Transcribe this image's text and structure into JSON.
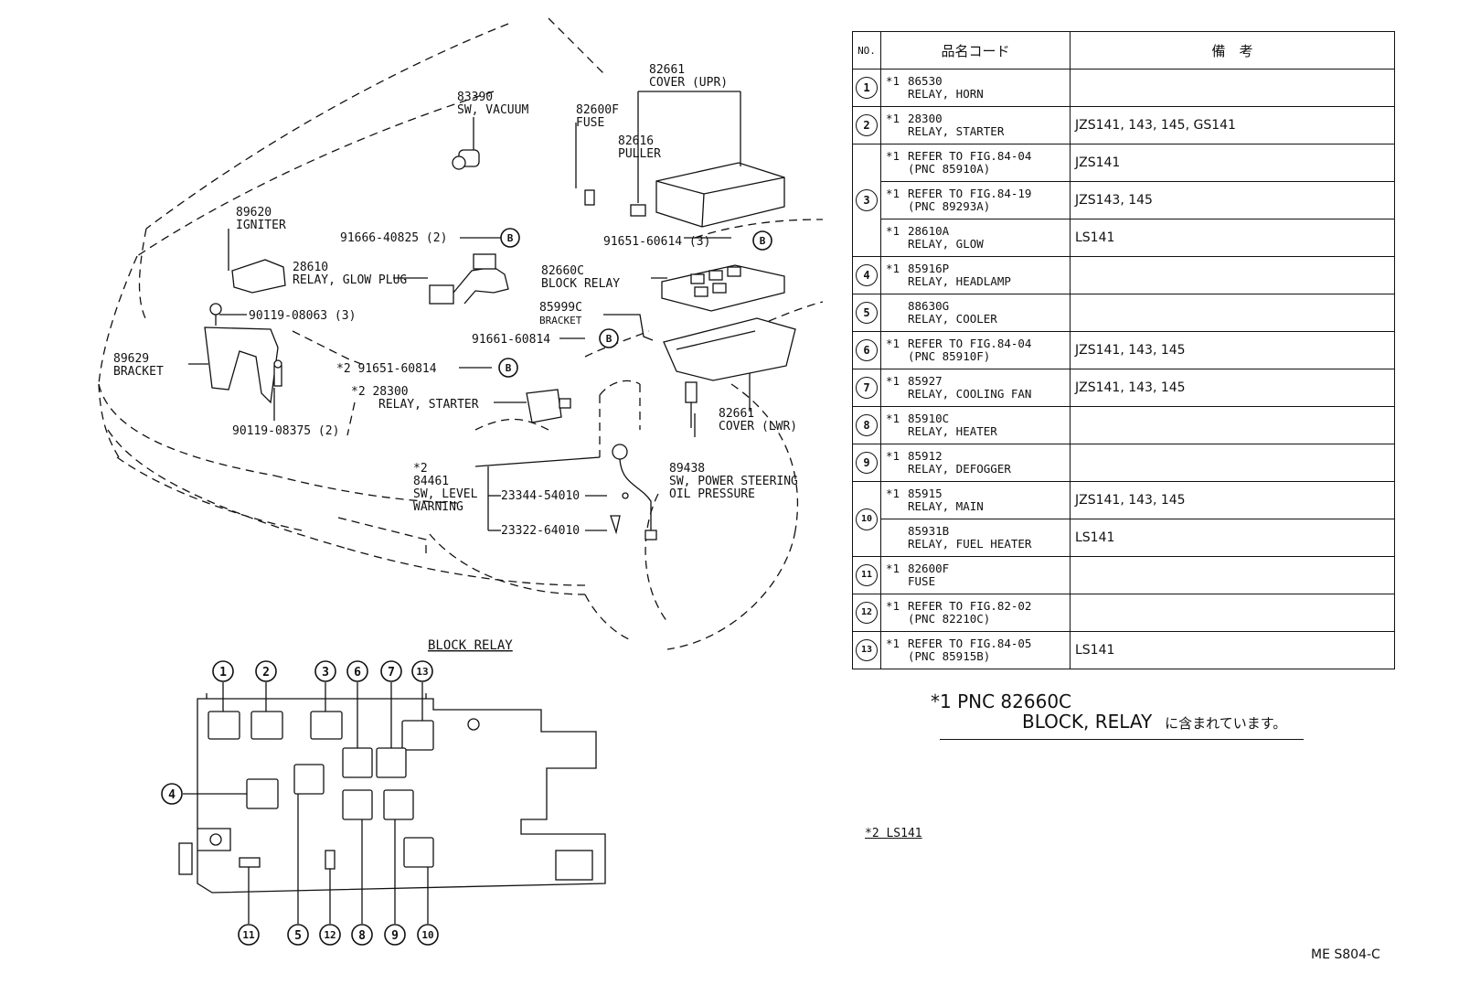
{
  "callouts": {
    "p83390": [
      "83390",
      "SW, VACUUM"
    ],
    "p82661u": [
      "82661",
      "COVER (UPR)"
    ],
    "p82600f": [
      "82600F",
      "FUSE"
    ],
    "p82616": [
      "82616",
      "PULLER"
    ],
    "p89620": [
      "89620",
      "IGNITER"
    ],
    "b91666": "91666-40825 (2)",
    "b91651": "91651-60614 (3)",
    "p28610": [
      "28610",
      "RELAY, GLOW PLUG"
    ],
    "p82660c": [
      "82660C",
      "BLOCK RELAY"
    ],
    "p85999c": [
      "85999C",
      "BRACKET"
    ],
    "b90119a": "90119-08063 (3)",
    "b91661": "91661-60814",
    "p89629": [
      "89629",
      "BRACKET"
    ],
    "b2_91651": "*2 91651-60814",
    "p28300": [
      "*2 28300",
      "RELAY, STARTER"
    ],
    "p82661l": [
      "82661",
      "COVER (LWR)"
    ],
    "b90119b": "90119-08375 (2)",
    "p84461": [
      "*2",
      "84461",
      "SW, LEVEL",
      "WARNING"
    ],
    "b23344": "23344-54010",
    "b23322": "23322-64010",
    "p89438": [
      "89438",
      "SW, POWER STEERING",
      "OIL PRESSURE"
    ],
    "b_letter": "B"
  },
  "block_relay": {
    "title": "BLOCK RELAY",
    "top": [
      "1",
      "2",
      "3",
      "6",
      "7",
      "13"
    ],
    "left": "4",
    "bottom": [
      "11",
      "5",
      "12",
      "8",
      "9",
      "10"
    ]
  },
  "table": {
    "headers": [
      "NO.",
      "品名コード",
      "備　考"
    ],
    "rows": [
      {
        "no": "1",
        "mark": "*1",
        "code": "86530",
        "name": "RELAY, HORN",
        "remarks": ""
      },
      {
        "no": "2",
        "mark": "*1",
        "code": "28300",
        "name": "RELAY, STARTER",
        "remarks": "JZS141, 143, 145, GS141"
      },
      {
        "no": "3",
        "mark": "*1",
        "code": "REFER TO FIG.84-04",
        "name": "(PNC 85910A)",
        "remarks": "JZS141"
      },
      {
        "no": "",
        "mark": "*1",
        "code": "REFER TO FIG.84-19",
        "name": "(PNC 89293A)",
        "remarks": "JZS143, 145"
      },
      {
        "no": "",
        "mark": "*1",
        "code": "28610A",
        "name": "RELAY, GLOW",
        "remarks": "LS141"
      },
      {
        "no": "4",
        "mark": "*1",
        "code": "85916P",
        "name": "RELAY, HEADLAMP",
        "remarks": ""
      },
      {
        "no": "5",
        "mark": "",
        "code": "88630G",
        "name": "RELAY, COOLER",
        "remarks": ""
      },
      {
        "no": "6",
        "mark": "*1",
        "code": "REFER TO FIG.84-04",
        "name": "(PNC 85910F)",
        "remarks": "JZS141, 143, 145"
      },
      {
        "no": "7",
        "mark": "*1",
        "code": "85927",
        "name": "RELAY, COOLING FAN",
        "remarks": "JZS141, 143, 145"
      },
      {
        "no": "8",
        "mark": "*1",
        "code": "85910C",
        "name": "RELAY, HEATER",
        "remarks": ""
      },
      {
        "no": "9",
        "mark": "*1",
        "code": "85912",
        "name": "RELAY, DEFOGGER",
        "remarks": ""
      },
      {
        "no": "10",
        "mark": "*1",
        "code": "85915",
        "name": "RELAY, MAIN",
        "remarks": "JZS141, 143, 145"
      },
      {
        "no": "",
        "mark": "",
        "code": "85931B",
        "name": "RELAY, FUEL HEATER",
        "remarks": "LS141"
      },
      {
        "no": "11",
        "mark": "*1",
        "code": "82600F",
        "name": "FUSE",
        "remarks": ""
      },
      {
        "no": "12",
        "mark": "*1",
        "code": "REFER TO FIG.82-02",
        "name": "(PNC 82210C)",
        "remarks": ""
      },
      {
        "no": "13",
        "mark": "*1",
        "code": "REFER TO FIG.84-05",
        "name": "(PNC 85915B)",
        "remarks": "LS141"
      }
    ]
  },
  "notes": {
    "n1_mark": "*1 PNC 82660C",
    "n1_part": "BLOCK, RELAY",
    "n1_jp": "に含まれています。",
    "n2": "*2 LS141"
  },
  "figure_code": "ME S804-C"
}
